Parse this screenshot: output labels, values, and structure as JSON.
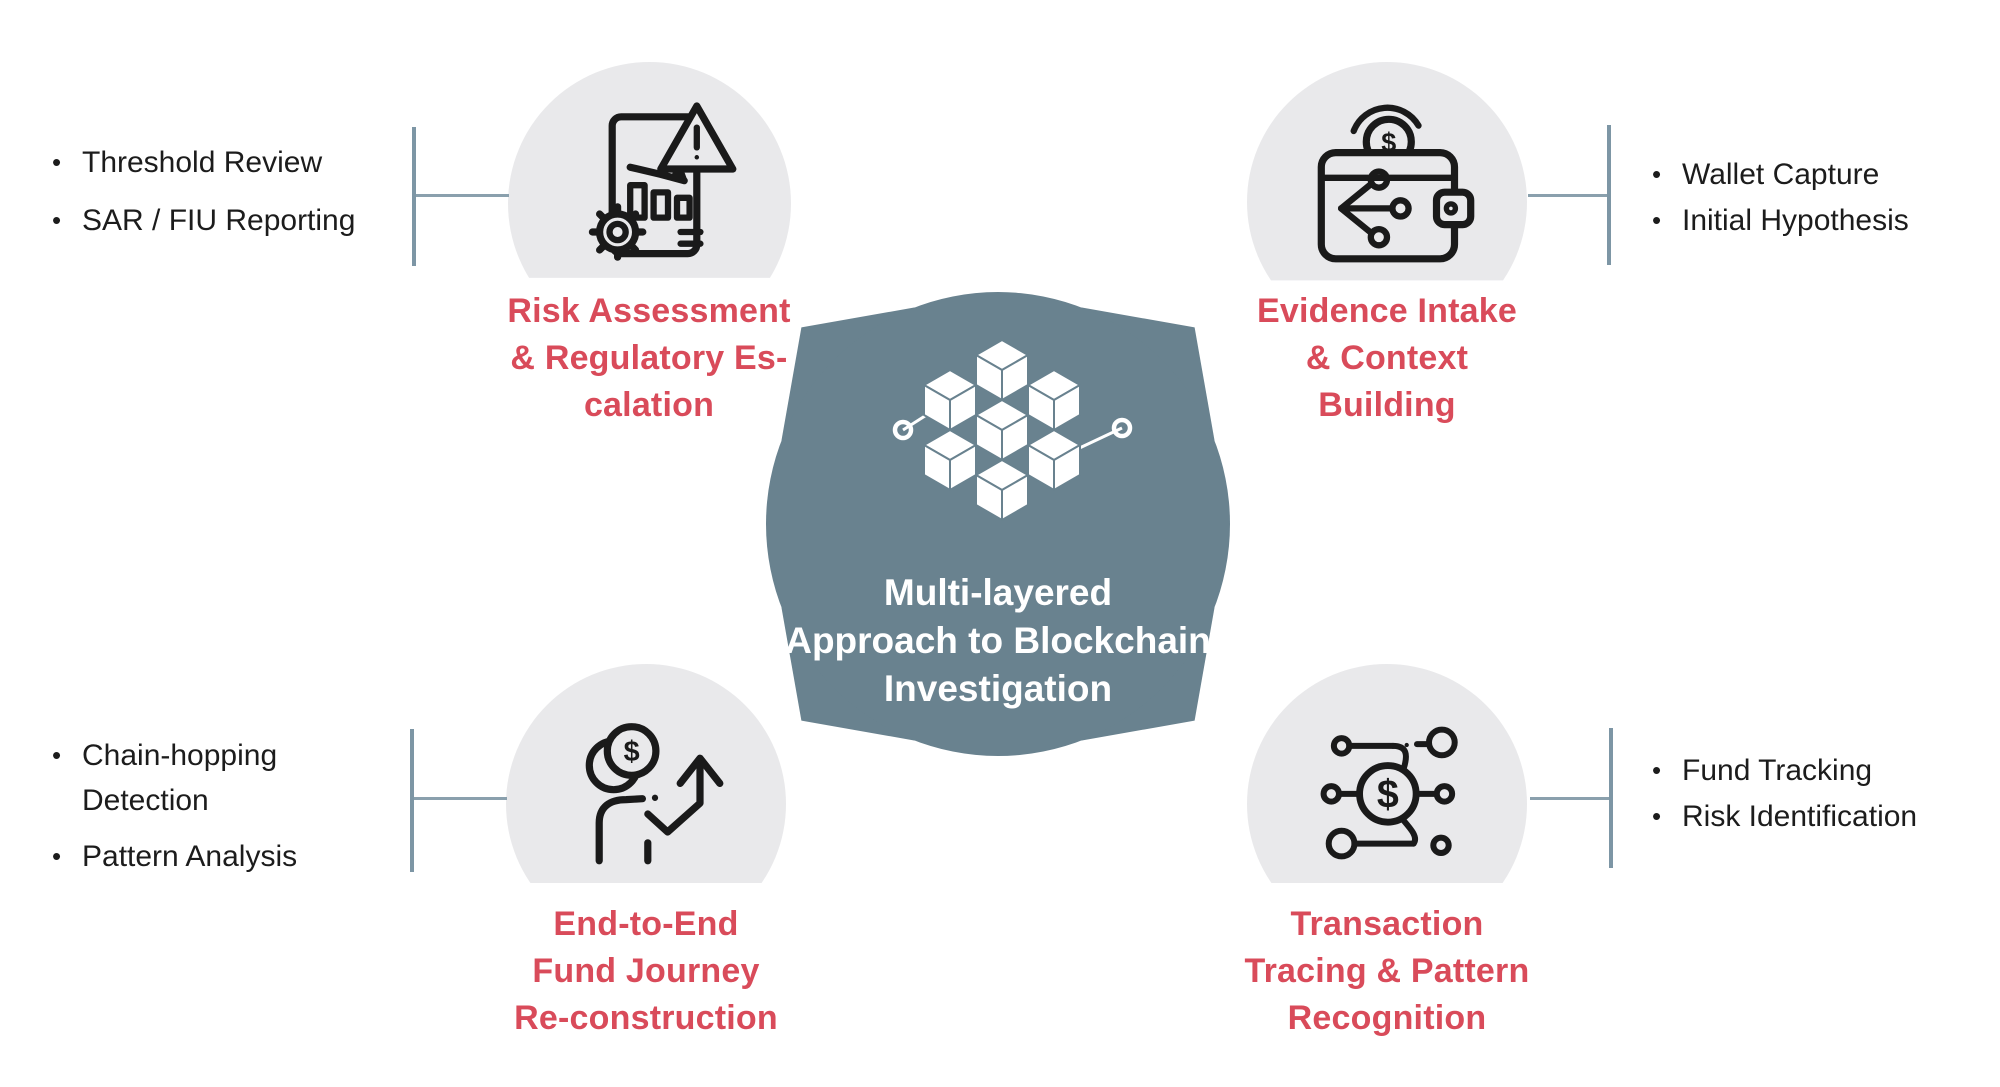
{
  "title": "Multi-layered Approach to Blockchain Investigation",
  "colors": {
    "hub_circle": "#69828f",
    "heading_red": "#d94b5a",
    "icon_disc_bg": "#e9e9eb",
    "connector_line": "#7d96a5",
    "bullet_text": "#1c1c1c",
    "icon_stroke": "#1a1a1a",
    "hub_text": "#ffffff"
  },
  "center": {
    "icon": "blockchain-cubes-icon",
    "title_lines": [
      "Multi-layered",
      "Approach to Blockchain",
      "Investigation"
    ]
  },
  "quadrants": [
    {
      "id": "top-left",
      "icon": "report-warning-gear-icon",
      "heading_lines": [
        "Risk Assessment",
        "& Regulatory Es-",
        "calation"
      ],
      "bullet_marker": "•",
      "bullets": [
        "Threshold Review",
        "SAR / FIU Reporting"
      ]
    },
    {
      "id": "top-right",
      "icon": "wallet-network-coin-icon",
      "heading_lines": [
        "Evidence Intake",
        "& Context",
        "Building"
      ],
      "bullet_marker": "•",
      "bullets": [
        "Wallet Capture",
        "Initial Hypothesis"
      ]
    },
    {
      "id": "bottom-left",
      "icon": "coin-growth-arrow-icon",
      "heading_lines": [
        "End-to-End",
        "Fund Journey",
        "Re-construction"
      ],
      "bullet_marker": "•",
      "bullets": [
        "Chain-hopping Detection",
        "Pattern Analysis"
      ]
    },
    {
      "id": "bottom-right",
      "icon": "dollar-network-icon",
      "heading_lines": [
        "Transaction",
        "Tracing & Pattern",
        "Recognition"
      ],
      "bullet_marker": "•",
      "bullets": [
        "Fund Tracking",
        "Risk Identification"
      ]
    }
  ]
}
